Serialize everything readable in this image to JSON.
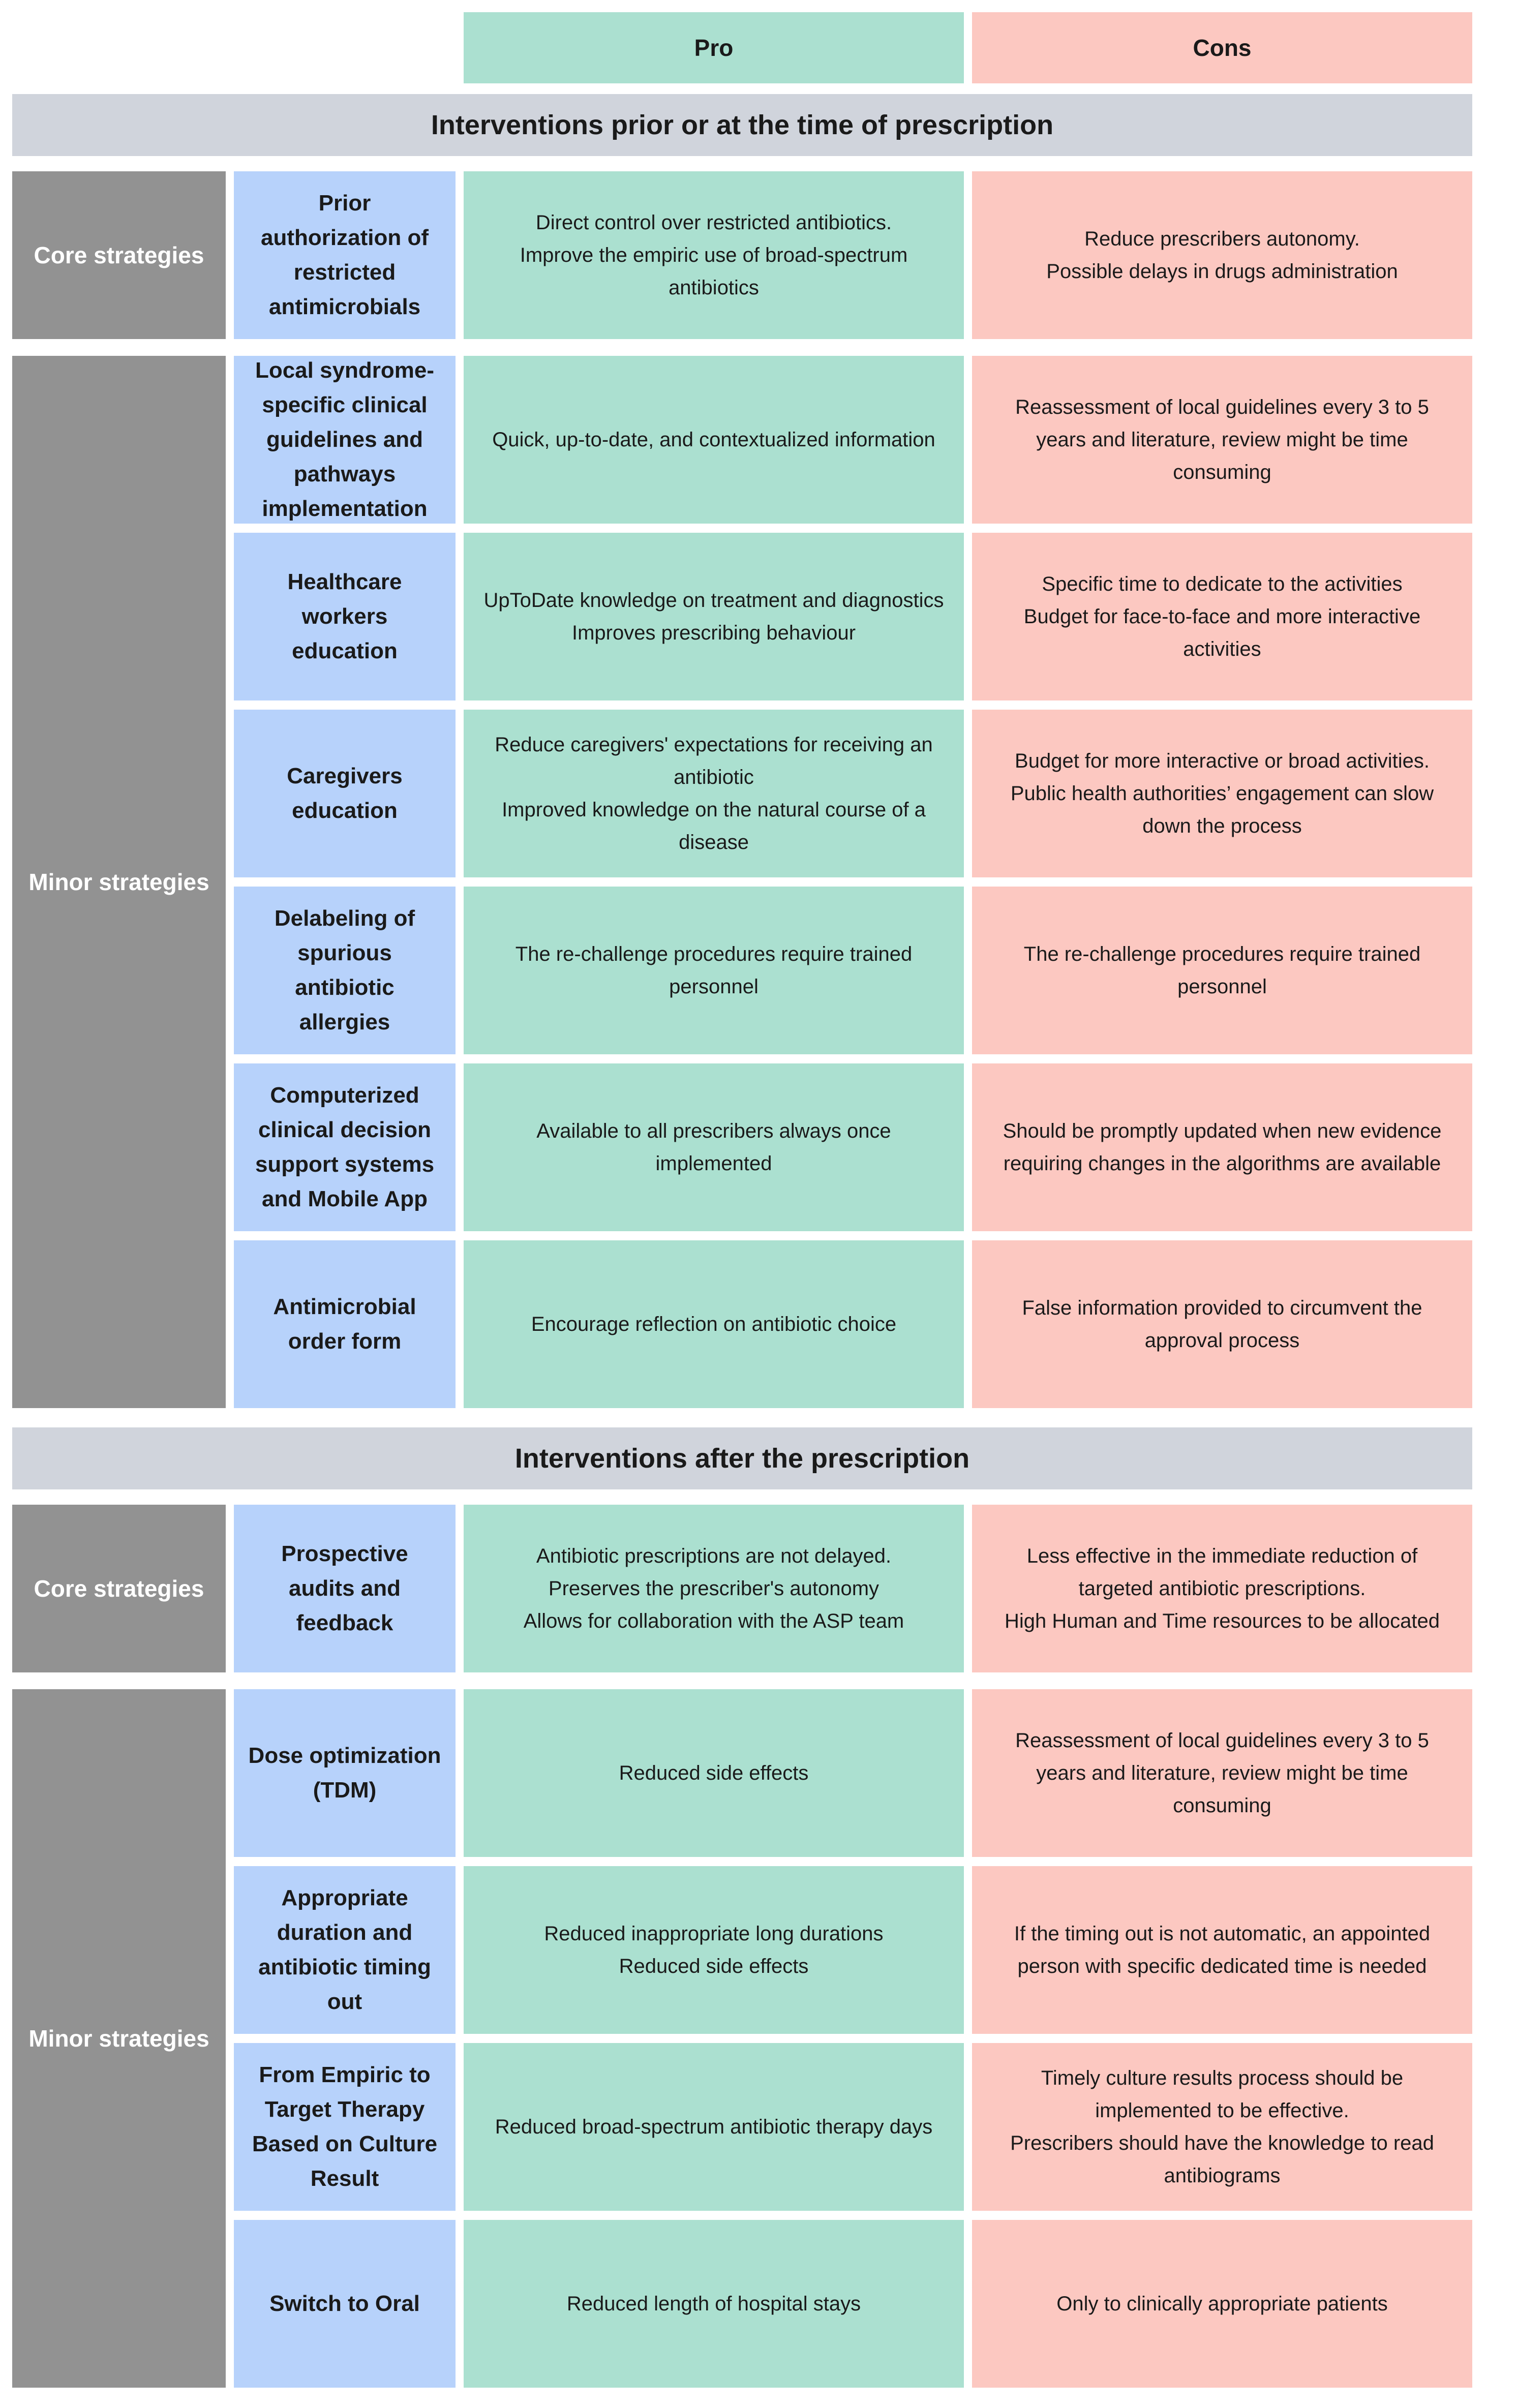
{
  "columns": {
    "pro_header": "Pro",
    "cons_header": "Cons"
  },
  "colors": {
    "pro": "#abe0d0",
    "cons": "#fcc8c1",
    "strategy": "#b7d2fb",
    "band": "#d0d4dc",
    "group": "#929292"
  },
  "sections": [
    {
      "title": "Interventions prior or at the time of prescription",
      "core": {
        "group_label": "Core strategies",
        "strategy": "Prior authorization of restricted antimicrobials",
        "pro": "Direct control over restricted antibiotics.\nImprove the empiric use of broad-spectrum antibiotics",
        "cons": "Reduce prescribers autonomy.\nPossible delays in drugs administration"
      },
      "minor_label": "Minor strategies",
      "minor_rows": [
        {
          "strategy": "Local syndrome-specific clinical guidelines and pathways implementation",
          "pro": "Quick, up-to-date, and contextualized information",
          "cons": "Reassessment of local guidelines every 3 to 5 years and literature, review might be time consuming"
        },
        {
          "strategy": "Healthcare workers education",
          "pro": "UpToDate knowledge on treatment and diagnostics\nImproves prescribing behaviour",
          "cons": "Specific time to dedicate to the activities\nBudget for face-to-face and more interactive activities"
        },
        {
          "strategy": "Caregivers education",
          "pro": "Reduce caregivers' expectations for receiving an antibiotic\nImproved knowledge on the natural course of a disease",
          "cons": "Budget for more interactive or broad activities.\nPublic health authorities’ engagement can slow down the process"
        },
        {
          "strategy": "Delabeling of spurious antibiotic allergies",
          "pro": "The re-challenge procedures require trained personnel",
          "cons": "The re-challenge procedures require trained personnel"
        },
        {
          "strategy": "Computerized clinical decision support systems and Mobile App",
          "pro": "Available to all prescribers always once implemented",
          "cons": "Should be promptly updated when new evidence requiring changes in the algorithms are available"
        },
        {
          "strategy": "Antimicrobial order form",
          "pro": "Encourage reflection on antibiotic choice",
          "cons": "False information provided to circumvent the approval process"
        }
      ]
    },
    {
      "title": "Interventions after the prescription",
      "core": {
        "group_label": "Core strategies",
        "strategy": "Prospective audits and feedback",
        "pro": "Antibiotic prescriptions are not delayed.\nPreserves the prescriber's autonomy\nAllows for collaboration with the ASP team",
        "cons": "Less effective in the immediate reduction of targeted antibiotic prescriptions.\nHigh Human and Time resources to be allocated"
      },
      "minor_label": "Minor strategies",
      "minor_rows": [
        {
          "strategy": "Dose optimization (TDM)",
          "pro": "Reduced side effects",
          "cons": "Reassessment of local guidelines every 3 to 5 years and literature, review might be time consuming"
        },
        {
          "strategy": "Appropriate duration and antibiotic timing out",
          "pro": "Reduced inappropriate long durations\nReduced side effects",
          "cons": "If the timing out is not automatic, an appointed person with specific dedicated time is needed"
        },
        {
          "strategy": "From Empiric to Target Therapy Based on Culture Result",
          "pro": "Reduced broad-spectrum antibiotic therapy days",
          "cons": "Timely culture results process should be implemented to be effective.\nPrescribers should have the knowledge to read antibiograms"
        },
        {
          "strategy": "Switch to Oral",
          "pro": "Reduced length of hospital stays",
          "cons": "Only to clinically appropriate patients"
        }
      ]
    }
  ]
}
